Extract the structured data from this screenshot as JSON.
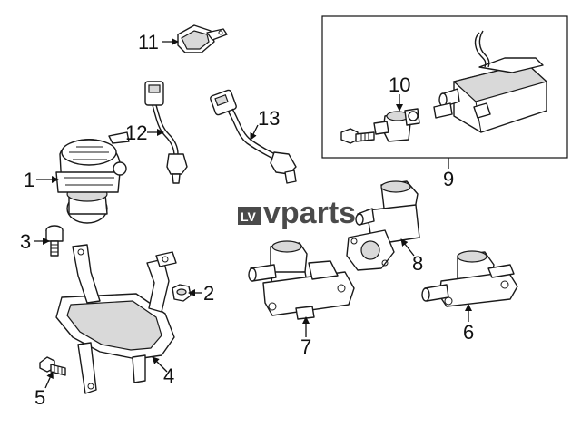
{
  "watermark": {
    "prefix_mark": "LV",
    "text": "vparts"
  },
  "callouts": [
    {
      "id": "c1",
      "label": "1"
    },
    {
      "id": "c2",
      "label": "2"
    },
    {
      "id": "c3",
      "label": "3"
    },
    {
      "id": "c4",
      "label": "4"
    },
    {
      "id": "c5",
      "label": "5"
    },
    {
      "id": "c6",
      "label": "6"
    },
    {
      "id": "c7",
      "label": "7"
    },
    {
      "id": "c8",
      "label": "8"
    },
    {
      "id": "c9",
      "label": "9"
    },
    {
      "id": "c10",
      "label": "10"
    },
    {
      "id": "c11",
      "label": "11"
    },
    {
      "id": "c12",
      "label": "12"
    },
    {
      "id": "c13",
      "label": "13"
    }
  ]
}
